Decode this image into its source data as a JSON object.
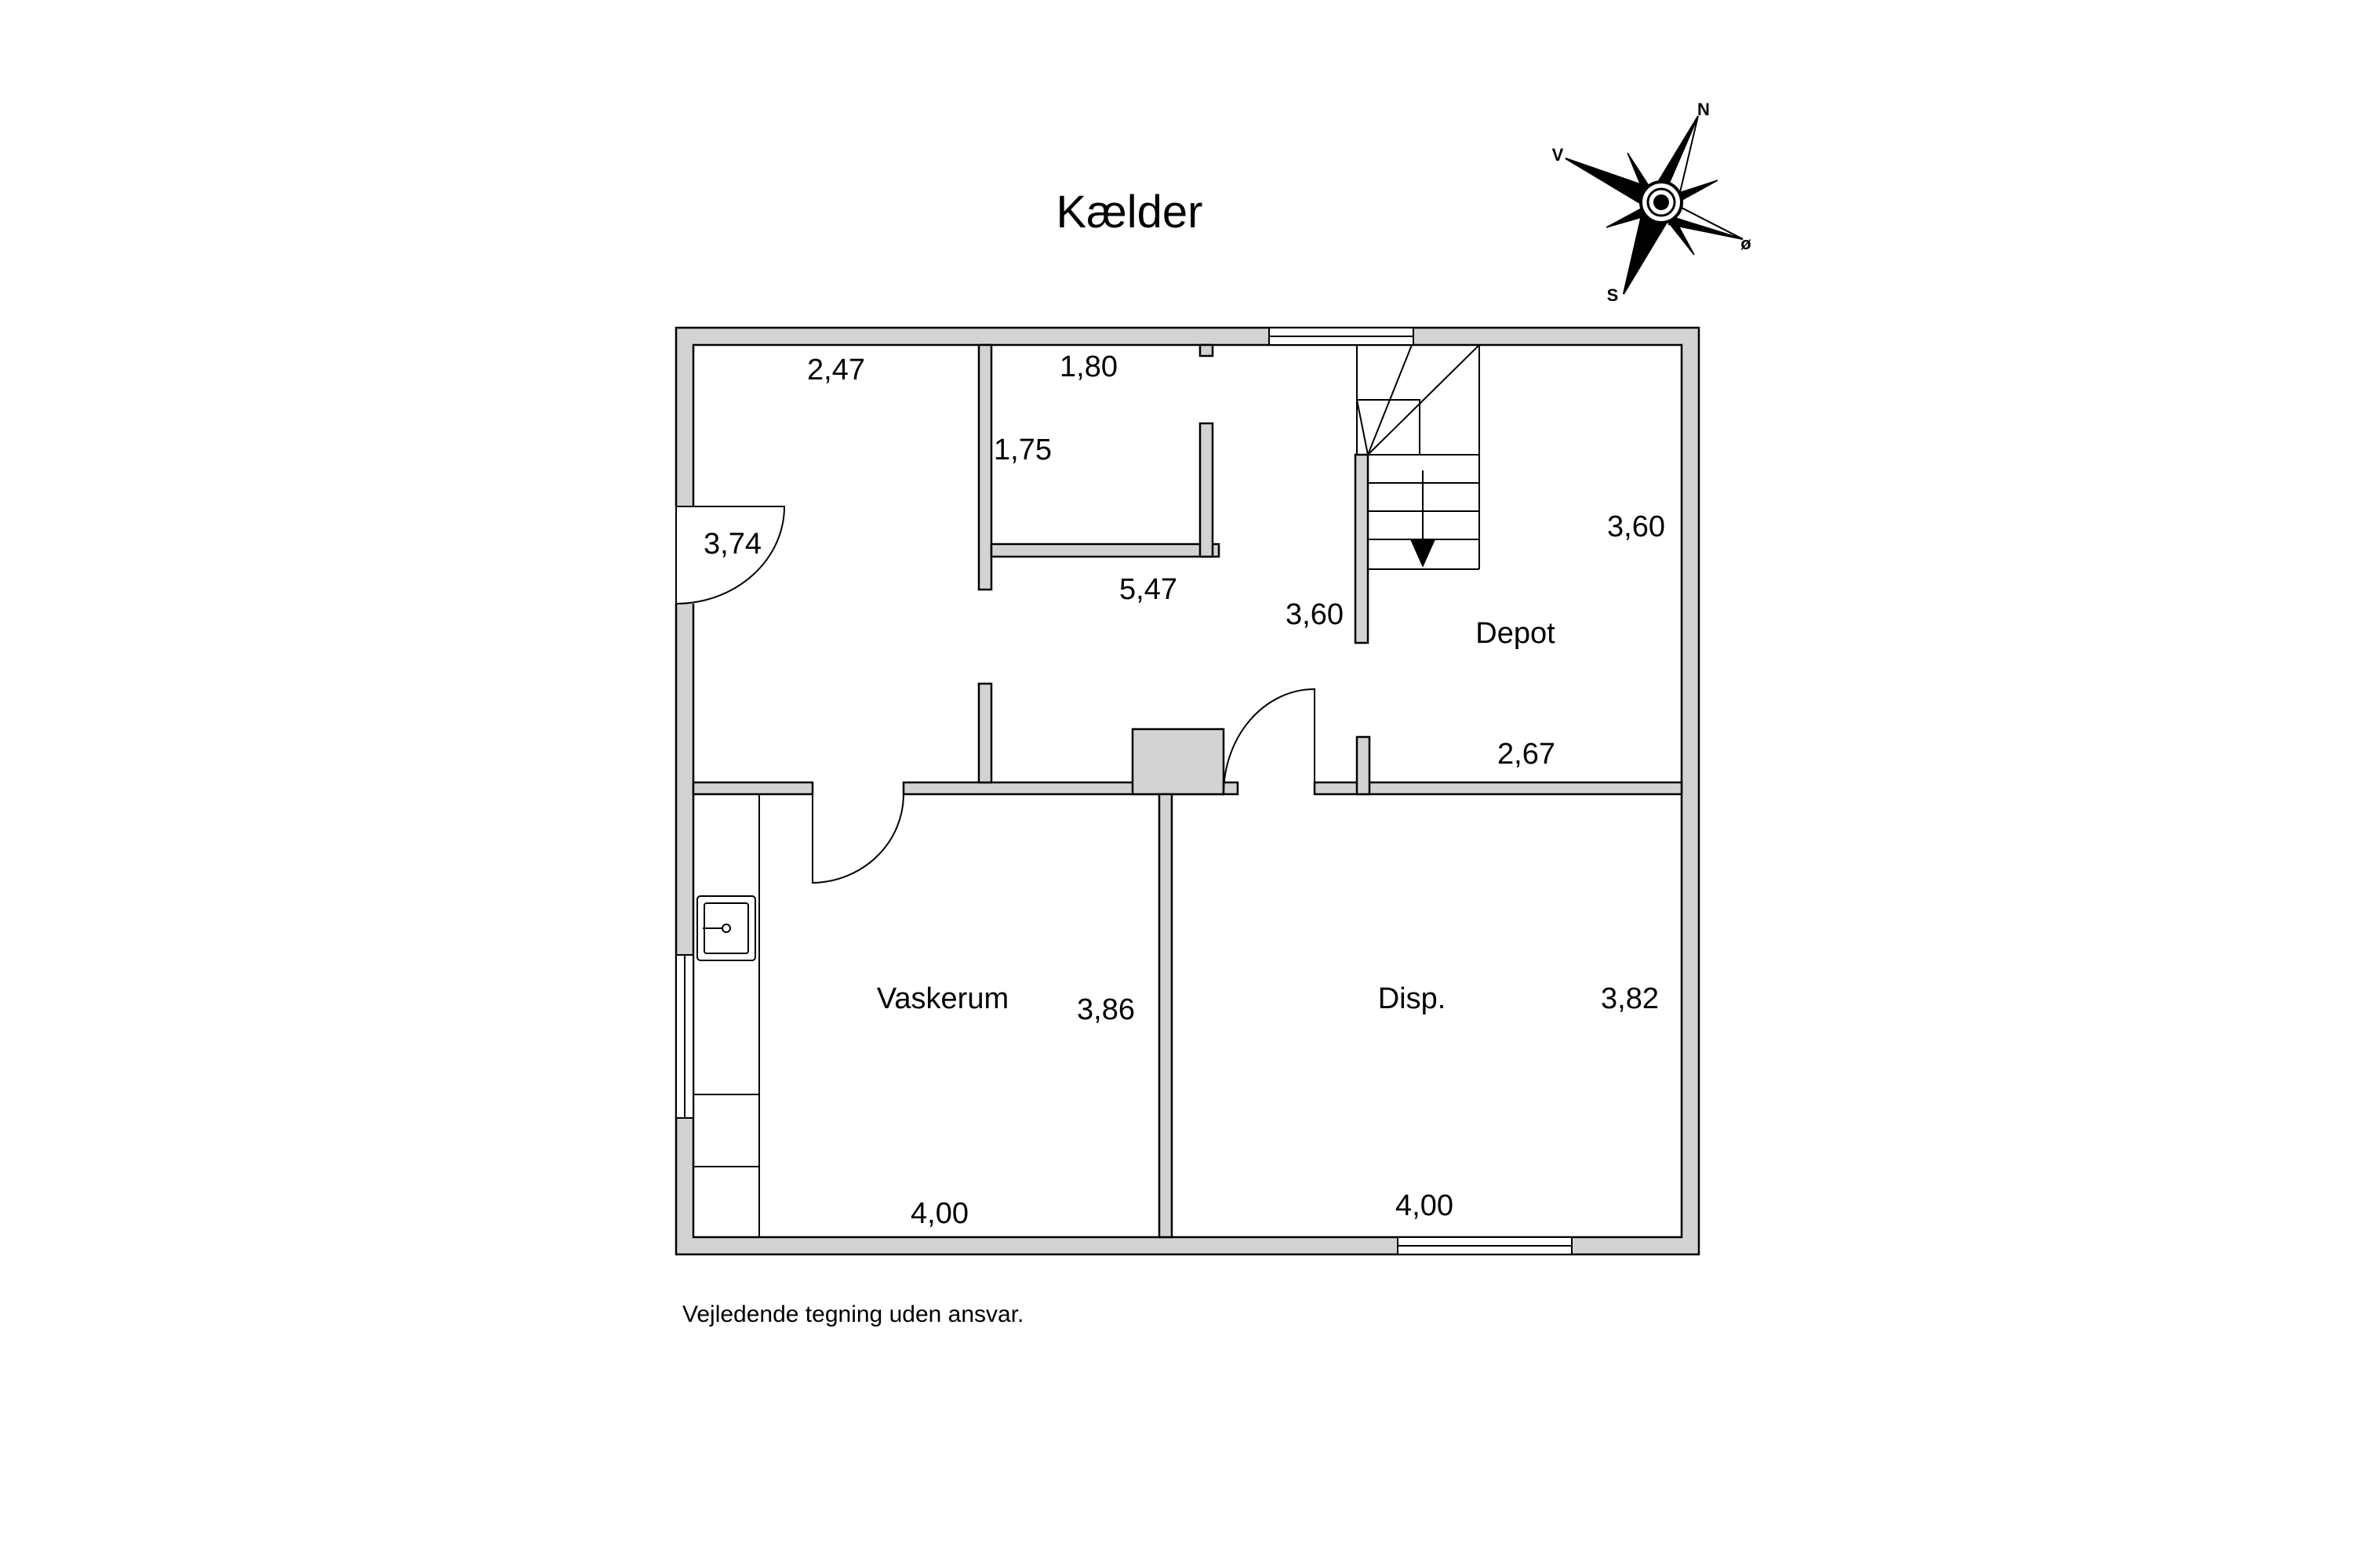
{
  "title": "Kælder",
  "compass": {
    "n": "N",
    "s": "S",
    "e": "ø",
    "w": "V"
  },
  "rooms": {
    "depot": "Depot",
    "vaskerum": "Vaskerum",
    "disp": "Disp."
  },
  "dimensions": {
    "d1": "2,47",
    "d2": "1,80",
    "d3": "1,75",
    "d4": "3,74",
    "d5": "5,47",
    "d6": "3,60",
    "d7": "3,60",
    "d8": "2,67",
    "d9": "3,86",
    "d10": "3,82",
    "d11": "4,00",
    "d12": "4,00"
  },
  "footer": "Vejledende tegning uden ansvar.",
  "colors": {
    "wall": "#d3d3d3",
    "line": "#000000",
    "background": "#ffffff"
  }
}
